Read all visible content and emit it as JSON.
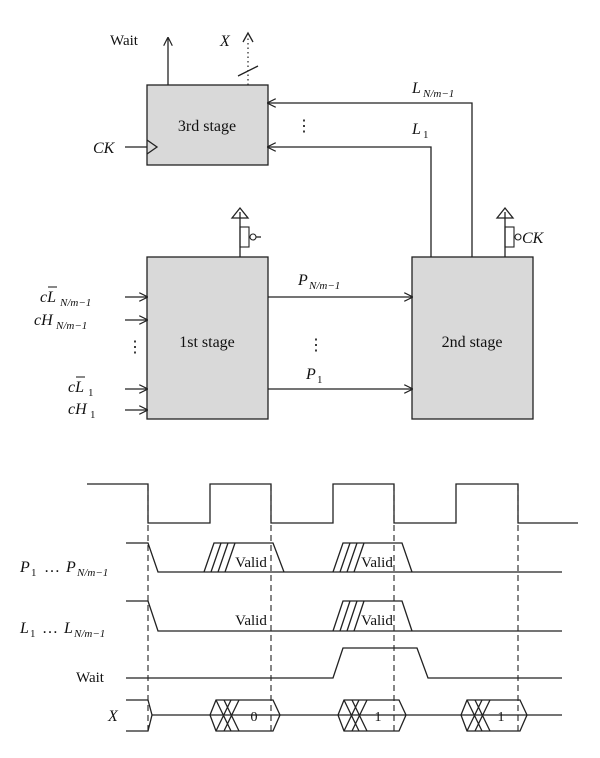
{
  "stages": {
    "stage1": "1st stage",
    "stage2": "2nd stage",
    "stage3": "3rd stage"
  },
  "signals": {
    "wait": "Wait",
    "x": "X",
    "ck": "CK",
    "ck2": "CK",
    "cL_main": "cL",
    "cL_sub_top": "N/m−1",
    "cL_sub_one": "1",
    "cH_main": "cH",
    "cH_sub_top": "N/m−1",
    "cH_sub_one": "1",
    "P_main": "P",
    "P_sub_top": "N/m−1",
    "P_sub_one": "1",
    "L_main": "L",
    "L_sub_top": "N/m−1",
    "L_sub_one": "1",
    "ellipsis": "⋮",
    "dots_h": "…"
  },
  "timing": {
    "row_wait": "Wait",
    "row_x": "X",
    "valid": "Valid",
    "x_values": [
      "0",
      "1",
      "1"
    ]
  }
}
